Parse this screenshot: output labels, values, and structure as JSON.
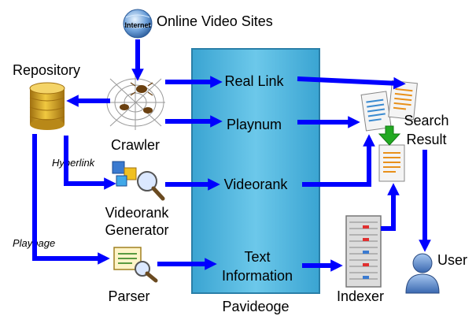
{
  "labels": {
    "online_video_sites": "Online Video Sites",
    "internet_globe": "Internet",
    "repository": "Repository",
    "crawler": "Crawler",
    "hyperlink": "Hyperlink",
    "videorank_generator_line1": "Videorank",
    "videorank_generator_line2": "Generator",
    "playpage": "Playpage",
    "parser": "Parser",
    "real_link": "Real Link",
    "playnum": "Playnum",
    "videorank": "Videorank",
    "text_information_line1": "Text",
    "text_information_line2": "Information",
    "pavideoge": "Pavideoge",
    "indexer": "Indexer",
    "search_result_line1": "Search",
    "search_result_line2": "Result",
    "user": "User"
  },
  "colors": {
    "arrow": "#0000ff",
    "central_box": "#4ab0d8",
    "central_box_border": "#2a7fa8",
    "repository_gold": "#d8a820",
    "green_arrow": "#22aa22"
  }
}
